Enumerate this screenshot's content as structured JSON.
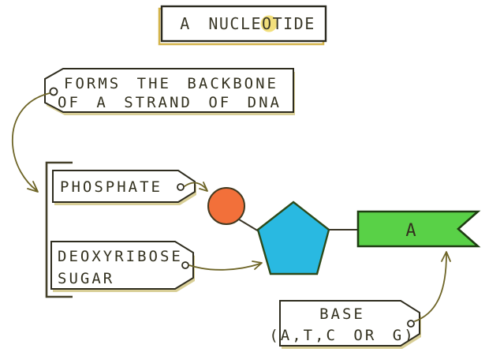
{
  "title": {
    "text": "A NUCLEOTIDE"
  },
  "tags": {
    "backbone": {
      "line1": "FORMS THE BACKBONE",
      "line2": "OF A STRAND OF DNA"
    },
    "phosphate": {
      "label": "PHOSPHATE"
    },
    "sugar": {
      "line1": "DEOXYRIBOSE",
      "line2": "SUGAR"
    },
    "base": {
      "line1": "BASE",
      "line2": "(A,T,C OR G)"
    }
  },
  "shapes": {
    "phosphate_circle": {
      "color": "#f2703a",
      "border": "#433a20"
    },
    "sugar_pentagon": {
      "color": "#29b9e1",
      "border": "#2d4a1a"
    },
    "base_flag": {
      "letter": "A",
      "color": "#59d147",
      "border": "#1e3d12"
    }
  },
  "colors": {
    "ink": "#2e2c1e",
    "string": "#6e6527",
    "o_highlight": "#f2df7c",
    "title_shadow": "#d4b44a",
    "tag_shadow": "#d9cf97"
  }
}
